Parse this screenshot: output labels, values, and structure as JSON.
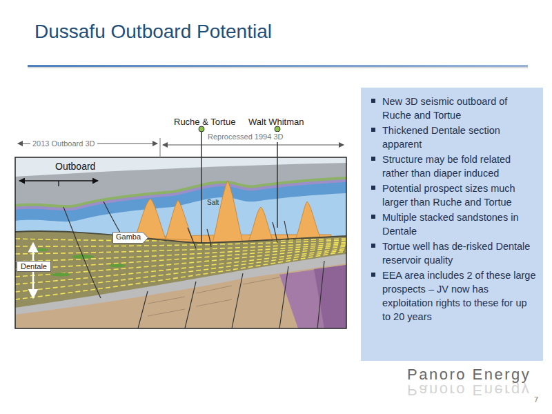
{
  "diagram": {
    "title": "Dussafu Outboard Potential",
    "nodes": [
      {
        "text": [
          "New 3D seismic outboard of Ruche and Tortue",
          "Thickened Dentale section apparent",
          "Structure may be fold related rather than diaper induced",
          "Potential prospect sizes much larger than Ruche and Tortue",
          "Multiple stacked sandstones in Dentale",
          "Tortue well has de-risked Dentale reservoir quality",
          "EEA area includes 2 of these large prospects – JV now has exploitation rights to these for up to 20 years"
        ]
      },
      {
        "text": [
          "Gamba"
        ]
      },
      {
        "text": [
          "Dentale"
        ]
      }
    ],
    "labels": [
      "Ruche & Tortue",
      "Walt Whitman",
      "2013 Outboard 3D",
      "Reprocessed 1994 3D",
      "Outboard",
      "Salt",
      "Panoro Energy",
      "Panoro Energy",
      "7"
    ]
  }
}
